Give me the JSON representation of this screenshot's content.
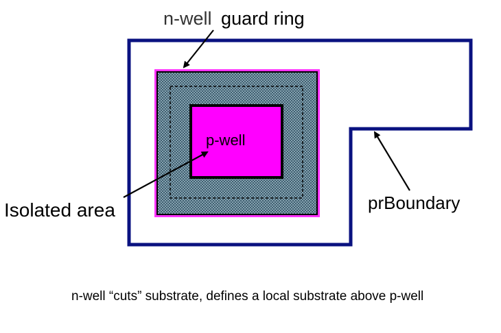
{
  "labels": {
    "guard_ring_prefix": "n-well",
    "guard_ring_suffix": "guard ring",
    "p_well": "p-well",
    "isolated_area": "Isolated area",
    "pr_boundary": "prBoundary",
    "caption": "n-well “cuts” substrate, defines a local substrate above p-well"
  },
  "colors": {
    "boundary": "#0a1280",
    "nwell_fill": "#4a6a7a",
    "nwell_edge": "#ff33ff",
    "pwell": "#ff00ff",
    "ink": "#000000"
  }
}
